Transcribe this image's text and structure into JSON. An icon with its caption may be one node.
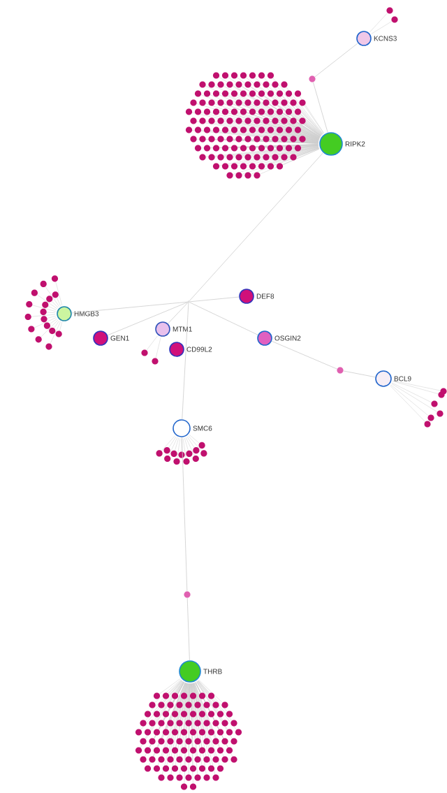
{
  "diagram": {
    "nodes": [
      {
        "text": [
          "KCNS3"
        ]
      },
      {
        "text": [],
        "shape": "circle"
      },
      {
        "text": [
          "RIPK2"
        ]
      },
      {
        "text": [],
        "shape": "circle"
      },
      {
        "text": [
          "DEF8"
        ]
      },
      {
        "text": [
          "HMGB3"
        ]
      },
      {
        "text": [
          "MTM1"
        ]
      },
      {
        "text": [
          "GEN1"
        ]
      },
      {
        "text": [
          "OSGIN2"
        ]
      },
      {
        "text": [
          "CD99L2"
        ]
      },
      {
        "text": [],
        "shape": "circle"
      },
      {
        "text": [
          "BCL9"
        ]
      },
      {
        "text": [
          "SMC6"
        ]
      },
      {
        "text": [],
        "shape": "circle"
      },
      {
        "text": [
          "THRB"
        ]
      }
    ],
    "edges": [
      {
        "from": 0,
        "to": 1,
        "arrow": "none"
      },
      {
        "from": 1,
        "to": 2,
        "arrow": "none"
      },
      {
        "from": 2,
        "to": 3,
        "arrow": "none"
      },
      {
        "from": 3,
        "to": 4,
        "arrow": "none"
      },
      {
        "from": 3,
        "to": 5,
        "arrow": "none"
      },
      {
        "from": 3,
        "to": 6,
        "arrow": "none"
      },
      {
        "from": 3,
        "to": 7,
        "arrow": "none"
      },
      {
        "from": 3,
        "to": 8,
        "arrow": "none"
      },
      {
        "from": 3,
        "to": 12,
        "arrow": "none"
      },
      {
        "from": 8,
        "to": 10,
        "arrow": "none"
      },
      {
        "from": 10,
        "to": 11,
        "arrow": "none"
      },
      {
        "from": 12,
        "to": 13,
        "arrow": "none"
      },
      {
        "from": 13,
        "to": 14,
        "arrow": "none"
      }
    ]
  }
}
